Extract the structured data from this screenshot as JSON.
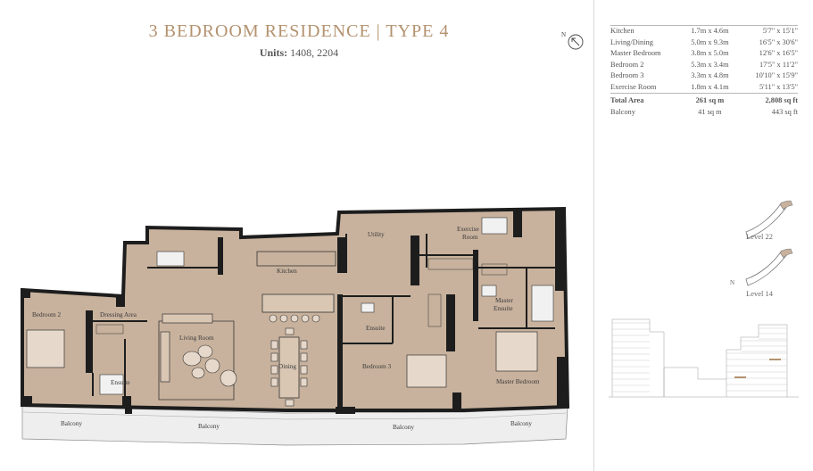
{
  "header": {
    "title": "3 BEDROOM RESIDENCE | TYPE 4",
    "units_label": "Units:",
    "units_value": "1408, 2204"
  },
  "compass": {
    "north": "N"
  },
  "areas": {
    "rooms": [
      {
        "name": "Kitchen",
        "metric": "1.7m x 4.6m",
        "imperial": "5'7\" x 15'1\""
      },
      {
        "name": "Living/Dining",
        "metric": "5.0m x 9.3m",
        "imperial": "16'5\" x 30'6\""
      },
      {
        "name": "Master Bedroom",
        "metric": "3.8m x 5.0m",
        "imperial": "12'6\" x 16'5\""
      },
      {
        "name": "Bedroom 2",
        "metric": "5.3m x 3.4m",
        "imperial": "17'5\" x 11'2\""
      },
      {
        "name": "Bedroom 3",
        "metric": "3.3m x 4.8m",
        "imperial": "10'10\" x 15'9\""
      },
      {
        "name": "Exercise Room",
        "metric": "1.8m x 4.1m",
        "imperial": "5'11\" x 13'5\""
      }
    ],
    "total": {
      "name": "Total Area",
      "metric": "261 sq m",
      "imperial": "2,808 sq ft"
    },
    "balcony": {
      "name": "Balcony",
      "metric": "41 sq m",
      "imperial": "443 sq ft"
    }
  },
  "levels": {
    "level_22": "Level 22",
    "level_14": "Level 14",
    "north": "N"
  },
  "plan_labels": {
    "utility": "Utility",
    "exercise_room_1": "Exercise",
    "exercise_room_2": "Room",
    "kitchen": "Kitchen",
    "bedroom_2": "Bedroom 2",
    "dressing_area": "Dressing Area",
    "living_room": "Living Room",
    "dining": "Dining",
    "ensuite_left": "Ensuite",
    "ensuite_mid": "Ensuite",
    "bedroom_3": "Bedroom 3",
    "master_ensuite_1": "Master",
    "master_ensuite_2": "Ensuite",
    "master_bedroom": "Master Bedroom",
    "balcony_1": "Balcony",
    "balcony_2": "Balcony",
    "balcony_3": "Balcony",
    "balcony_4": "Balcony"
  },
  "colors": {
    "floor": "#c8b29d",
    "wall": "#1d1d1d",
    "title": "#b3926f",
    "balcony": "#eeeeee"
  }
}
